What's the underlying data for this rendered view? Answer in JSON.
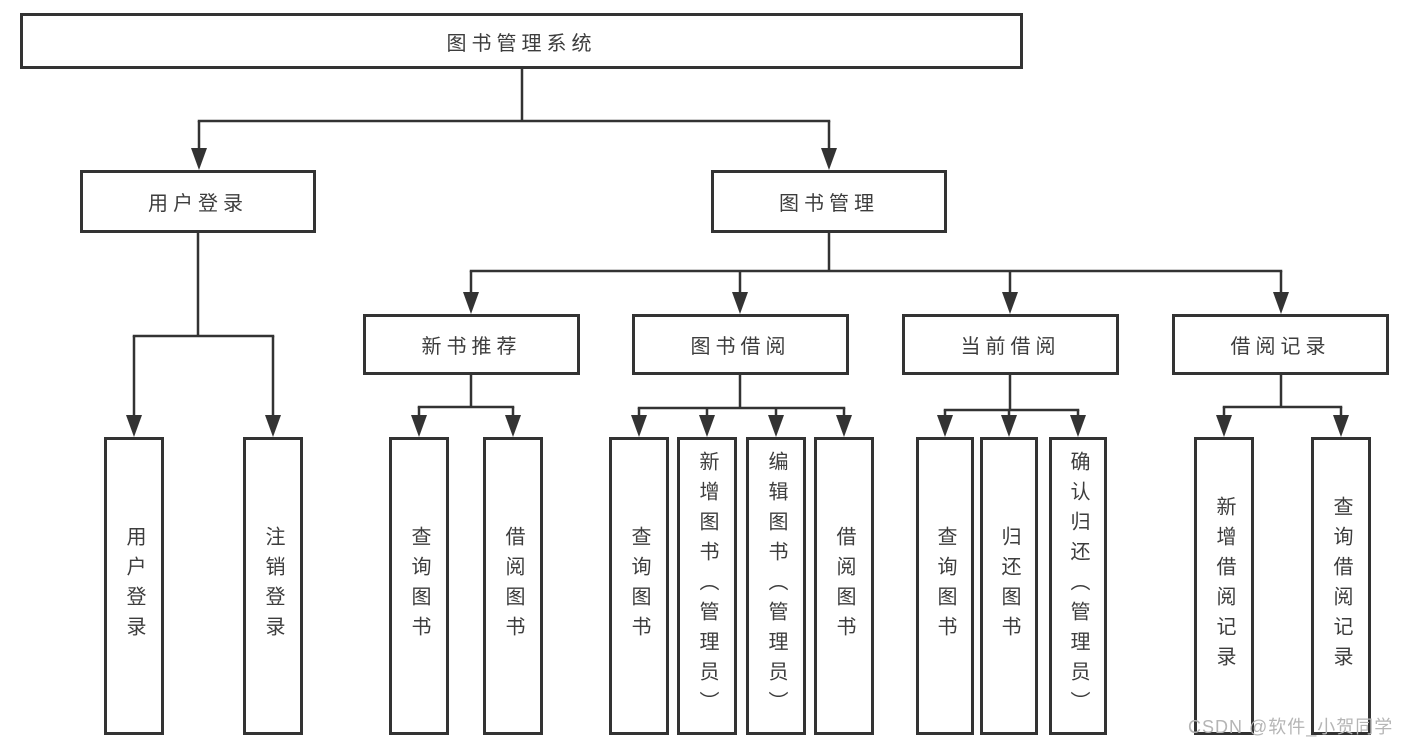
{
  "diagram": {
    "title": "图书管理系统",
    "root": {
      "label": "图书管理系统"
    },
    "level2": [
      {
        "label": "用户登录",
        "parent": "图书管理系统"
      },
      {
        "label": "图书管理",
        "parent": "图书管理系统"
      }
    ],
    "level3": [
      {
        "label": "新书推荐",
        "parent": "图书管理"
      },
      {
        "label": "图书借阅",
        "parent": "图书管理"
      },
      {
        "label": "当前借阅",
        "parent": "图书管理"
      },
      {
        "label": "借阅记录",
        "parent": "图书管理"
      }
    ],
    "leaves": [
      {
        "label": "用户登录",
        "parent": "用户登录"
      },
      {
        "label": "注销登录",
        "parent": "用户登录"
      },
      {
        "label": "查询图书",
        "parent": "新书推荐"
      },
      {
        "label": "借阅图书",
        "parent": "新书推荐"
      },
      {
        "label": "查询图书",
        "parent": "图书借阅"
      },
      {
        "label": "新增图书（管理员）",
        "parent": "图书借阅"
      },
      {
        "label": "编辑图书（管理员）",
        "parent": "图书借阅"
      },
      {
        "label": "借阅图书",
        "parent": "图书借阅"
      },
      {
        "label": "查询图书",
        "parent": "当前借阅"
      },
      {
        "label": "归还图书",
        "parent": "当前借阅"
      },
      {
        "label": "确认归还（管理员）",
        "parent": "当前借阅"
      },
      {
        "label": "新增借阅记录",
        "parent": "借阅记录"
      },
      {
        "label": "查询借阅记录",
        "parent": "借阅记录"
      }
    ],
    "colors": {
      "line": "#333333",
      "text": "#3d3d3d",
      "background": "#ffffff",
      "watermark": "#b5b5b5"
    }
  },
  "watermark": {
    "text": "CSDN @软件_小贺同学"
  }
}
